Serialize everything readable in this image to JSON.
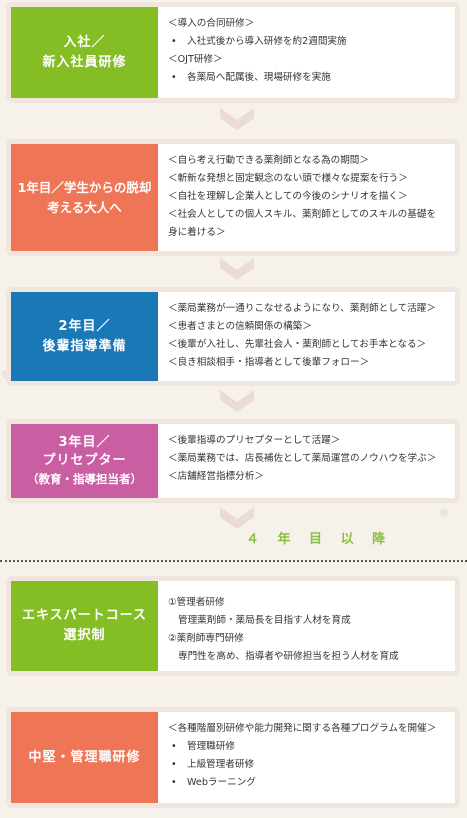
{
  "colors": {
    "green": "#84bd24",
    "orange": "#ee7656",
    "blue": "#1b78b6",
    "pink": "#c95ea3",
    "arrow": "#eadbd3",
    "accent_text": "#8cc043"
  },
  "stages": [
    {
      "label_lines": [
        "入社／",
        "新入社員研修"
      ],
      "color": "green",
      "lines": [
        {
          "text": "＜導入の合同研修＞",
          "type": "plain"
        },
        {
          "text": "入社式後から導入研修を約2週間実施",
          "type": "bullet"
        },
        {
          "text": "＜OJT研修＞",
          "type": "plain"
        },
        {
          "text": "各薬局へ配属後、現場研修を実施",
          "type": "bullet"
        }
      ]
    },
    {
      "label_lines": [
        "1年目／学生からの脱却",
        "考える大人へ"
      ],
      "color": "orange",
      "lines": [
        {
          "text": "＜自ら考え行動できる薬剤師となる為の期間＞",
          "type": "plain"
        },
        {
          "text": "＜斬新な発想と固定観念のない頭で様々な提案を行う＞",
          "type": "plain"
        },
        {
          "text": "＜自社を理解し企業人としての今後のシナリオを描く＞",
          "type": "plain"
        },
        {
          "text": "＜社会人としての個人スキル、薬剤師としてのスキルの基礎を",
          "type": "plain"
        },
        {
          "text": "身に着ける＞",
          "type": "plain"
        }
      ]
    },
    {
      "label_lines": [
        "2年目／",
        "後輩指導準備"
      ],
      "color": "blue",
      "lines": [
        {
          "text": "＜薬局業務が一通りこなせるようになり、薬剤師として活躍＞",
          "type": "plain"
        },
        {
          "text": "＜患者さまとの信頼関係の構築＞",
          "type": "plain"
        },
        {
          "text": "＜後輩が入社し、先輩社会人・薬剤師としてお手本となる＞",
          "type": "plain"
        },
        {
          "text": "＜良き相談相手・指導者として後輩フォロー＞",
          "type": "plain"
        }
      ]
    },
    {
      "label_lines": [
        "3年目／",
        "プリセプター",
        "（教育・指導担当者）"
      ],
      "color": "pink",
      "lines": [
        {
          "text": "＜後輩指導のプリセプターとして活躍＞",
          "type": "plain"
        },
        {
          "text": "＜薬局業務では、店長補佐として薬局運営のノウハウを学ぶ＞",
          "type": "plain"
        },
        {
          "text": "＜店舗経営指標分析＞",
          "type": "plain"
        }
      ]
    }
  ],
  "after_year4_heading": "４ 年 目 以 降",
  "tracks": [
    {
      "label_lines": [
        "エキスパートコース",
        "選択制"
      ],
      "color": "green",
      "lines": [
        {
          "text": "①管理者研修",
          "type": "plain"
        },
        {
          "text": "管理薬剤師・薬局長を目指す人材を育成",
          "type": "indent"
        },
        {
          "text": "②薬剤師専門研修",
          "type": "plain"
        },
        {
          "text": "専門性を高め、指導者や研修担当を担う人材を育成",
          "type": "indent"
        }
      ]
    },
    {
      "label_lines": [
        "中堅・管理職研修"
      ],
      "color": "orange",
      "lines": [
        {
          "text": "＜各種階層別研修や能力開発に関する各種プログラムを開催＞",
          "type": "plain"
        },
        {
          "text": "管理職研修",
          "type": "bullet"
        },
        {
          "text": "上級管理者研修",
          "type": "bullet"
        },
        {
          "text": "Webラーニング",
          "type": "bullet"
        }
      ]
    }
  ]
}
